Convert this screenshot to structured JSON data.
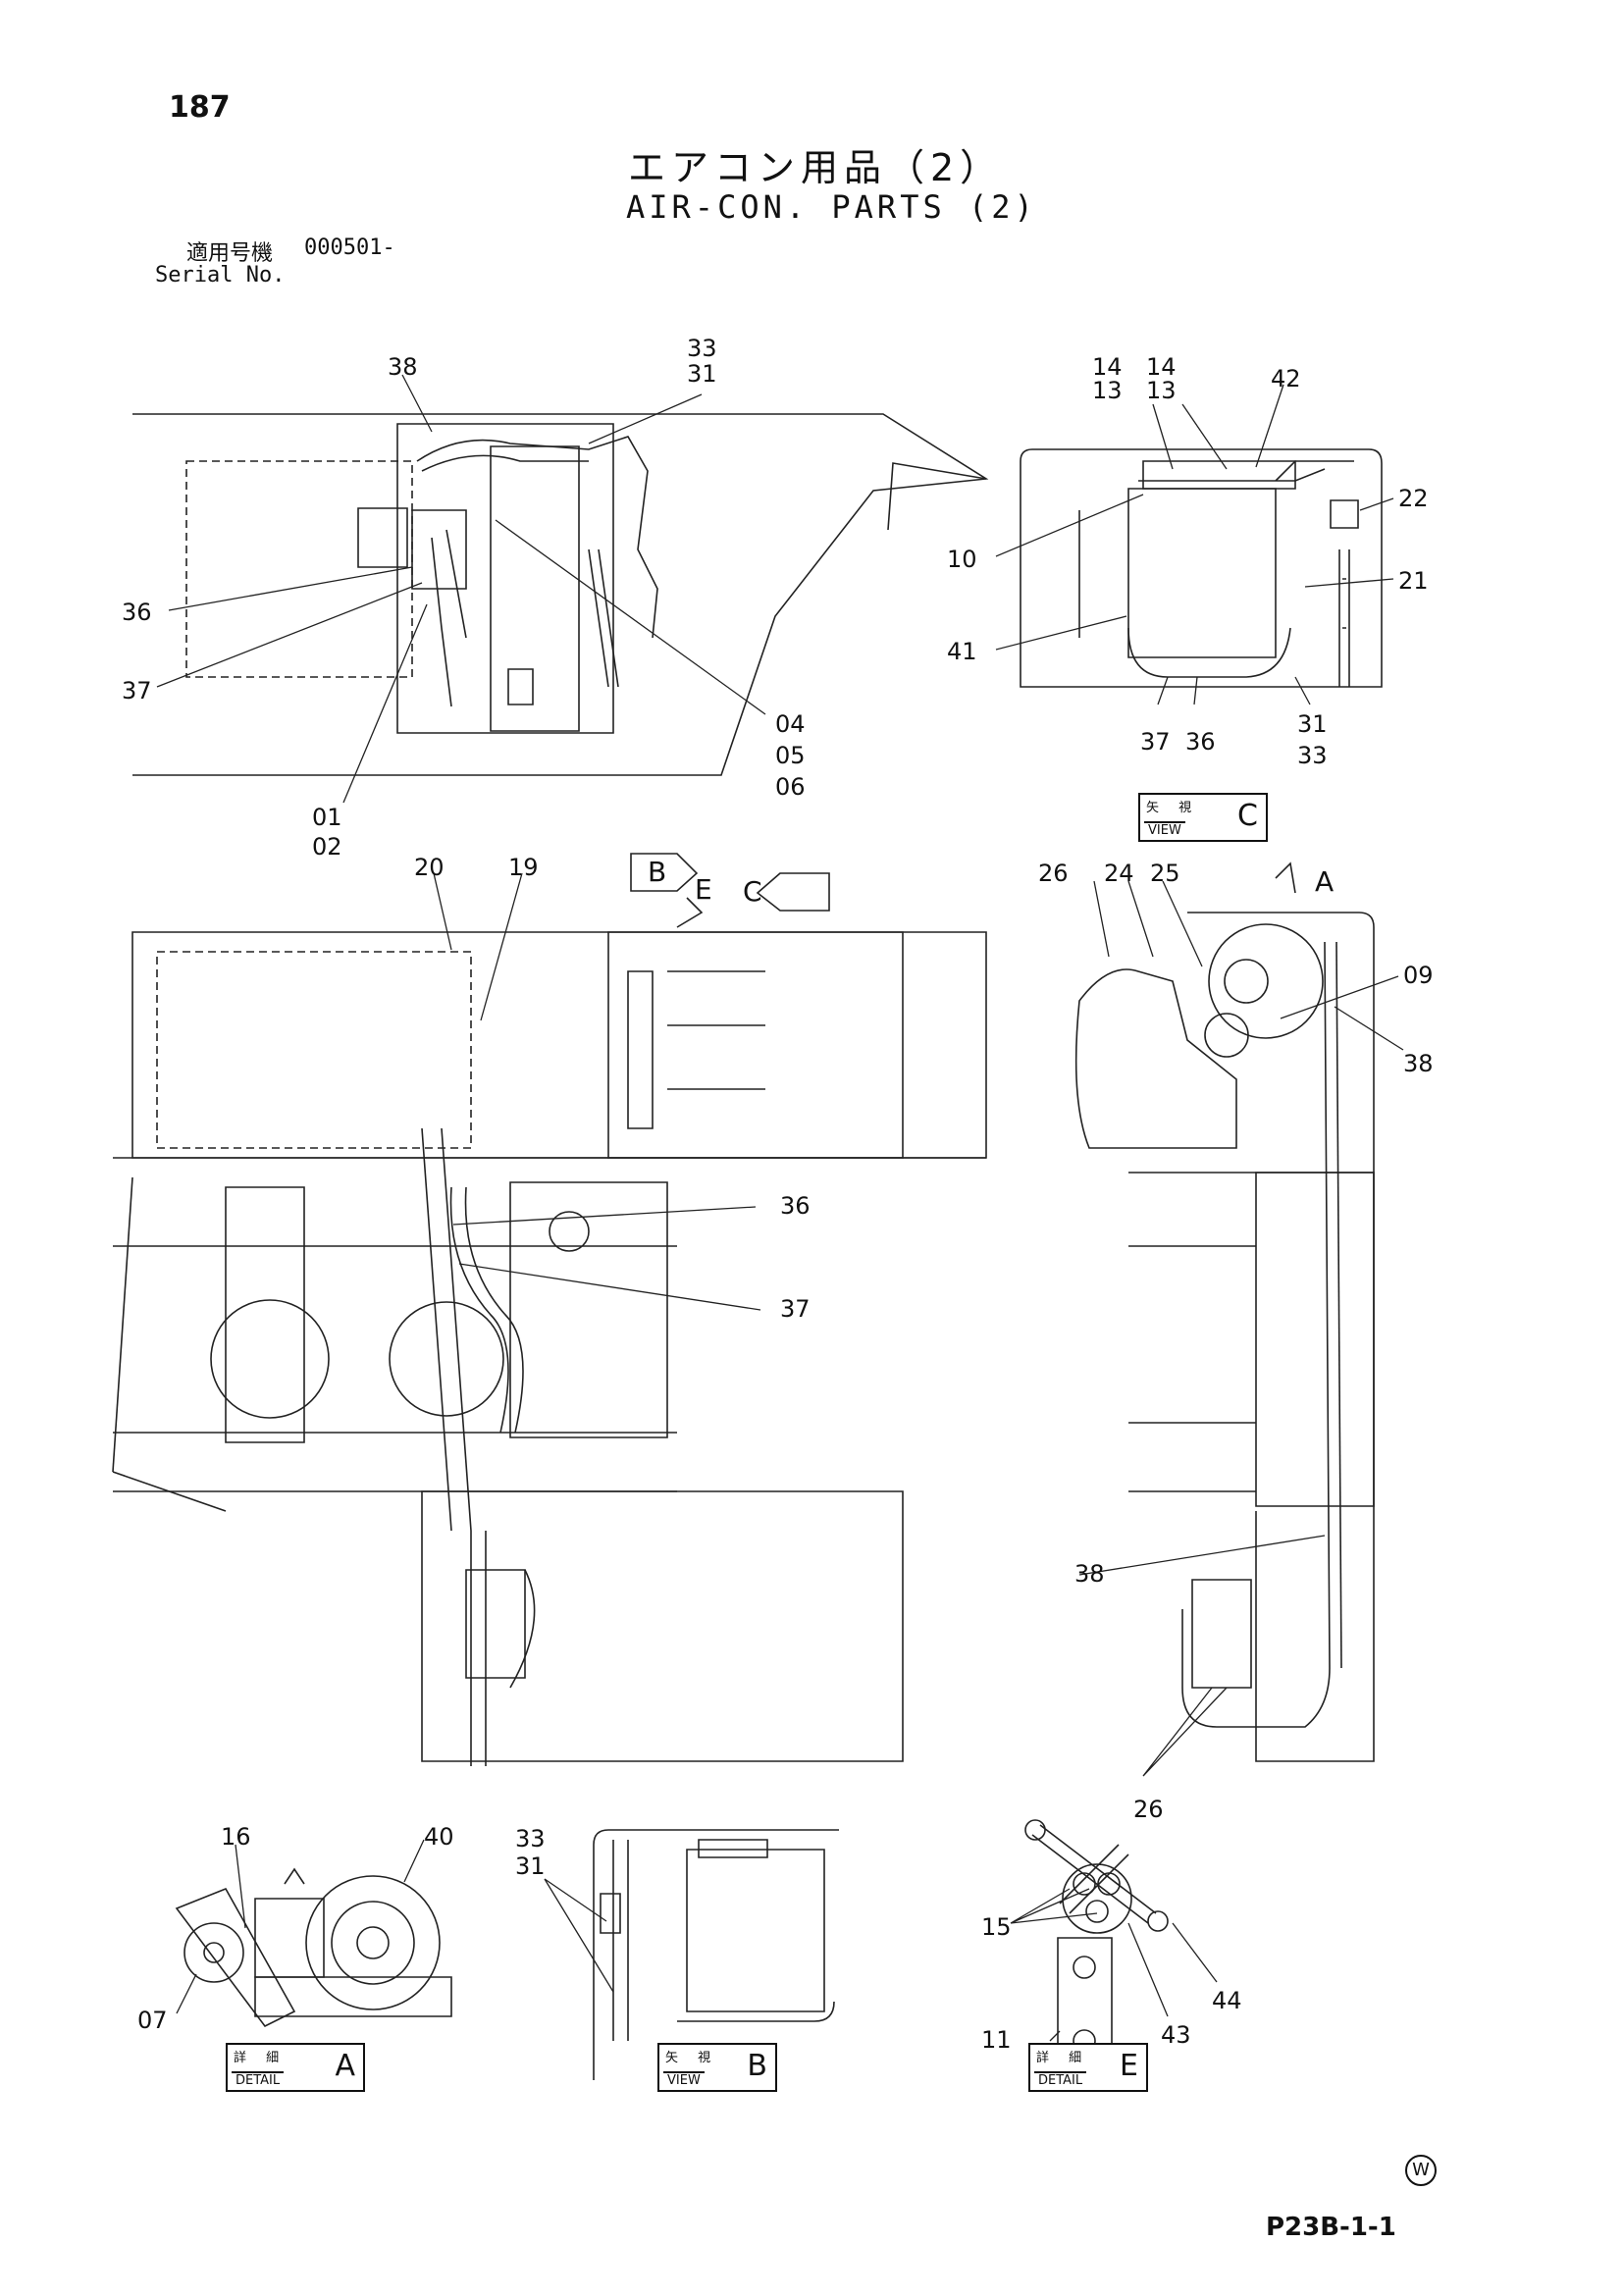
{
  "header": {
    "page_number": "187",
    "title_jp": "エアコン用品（2）",
    "title_en": "AIR-CON. PARTS (2)",
    "serial_label_jp": "適用号機",
    "serial_number": "000501-",
    "serial_label_en": "Serial No."
  },
  "footer": {
    "page_code": "P23B-1-1",
    "mark": "W"
  },
  "callouts": {
    "c38a": "38",
    "c3331a": "33\n31",
    "c36a": "36",
    "c37a": "37",
    "c040506": "04\n05\n06",
    "c0102": "01\n02",
    "c1413a": "14\n13",
    "c1413b": "14\n13",
    "c42": "42",
    "c22": "22",
    "c10": "10",
    "c21": "21",
    "c41": "41",
    "c37b": "37",
    "c36b": "36",
    "c3133b": "31\n33",
    "c20": "20",
    "c19": "19",
    "cB": "B",
    "cE": "E",
    "cC": "C",
    "c36c": "36",
    "c37c": "37",
    "c26a": "26",
    "c24": "24",
    "c25": "25",
    "cA": "A",
    "c09": "09",
    "c38b": "38",
    "c38c": "38",
    "c26b": "26",
    "c16": "16",
    "c40": "40",
    "c07": "07",
    "c3331c": "33\n31",
    "c15": "15",
    "c11": "11",
    "c43": "43",
    "c44": "44"
  },
  "view_labels": {
    "view_c": {
      "jp": "矢 視",
      "en": "VIEW",
      "letter": "C"
    },
    "detail_a": {
      "jp": "詳 細",
      "en": "DETAIL",
      "letter": "A"
    },
    "view_b": {
      "jp": "矢 視",
      "en": "VIEW",
      "letter": "B"
    },
    "detail_e": {
      "jp": "詳 細",
      "en": "DETAIL",
      "letter": "E"
    }
  }
}
